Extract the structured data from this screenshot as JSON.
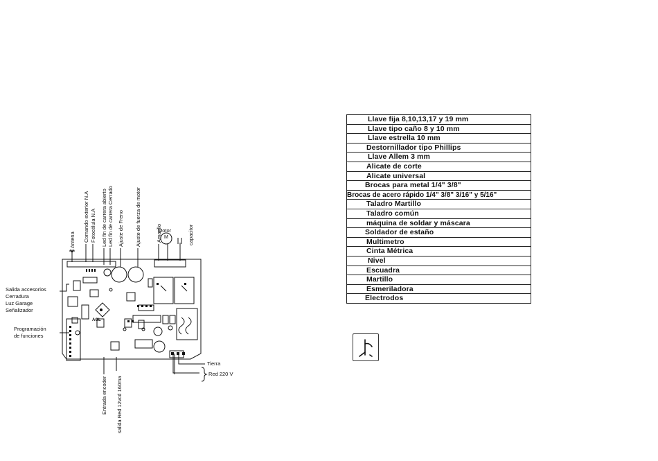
{
  "diagram": {
    "top_labels": [
      "Antena",
      "Comando exterior N.A",
      "Fotocélula N.A",
      "Led fin de carrera abierto",
      "Led fin de carrera Cerrado",
      "Ajuste de Freno",
      "Ajuste de fuerza de motor",
      "Amarillo",
      "Motor",
      "capacitor"
    ],
    "motor_symbol": "M",
    "left_labels": [
      "Salida accesorios",
      "Cerradura",
      "Luz Garage",
      "Señalizador"
    ],
    "programming_label": [
      "Programación",
      "de funciones"
    ],
    "right_labels": [
      "Tierra",
      "Red 220 V"
    ],
    "bottom_labels": [
      "Entrada encoder",
      "salida Red 12vcd 160ma"
    ],
    "board_brand": "AGL"
  },
  "tools": [
    "Llave fija 8,10,13,17 y 19 mm",
    "Llave tipo caño 8 y 10 mm",
    "Llave estrella 10 mm",
    "Destornillador tipo Phillips",
    "Llave Allem 3 mm",
    "Alicate de corte",
    "Alicate universal",
    "Brocas para metal 1/4\" 3/8\"",
    "Brocas de acero rápido 1/4\" 3/8\" 3/16\" y 5/16\"",
    "Taladro Martillo",
    "Taladro común",
    "máquina de soldar y máscara",
    "Soldador de estaño",
    "Multimetro",
    "Cinta Métrica",
    "Nivel",
    "Escuadra",
    "Martillo",
    "Esmeriladora",
    "Electrodos"
  ],
  "icons": {
    "tool_icon": "thermometer-tool-icon"
  }
}
